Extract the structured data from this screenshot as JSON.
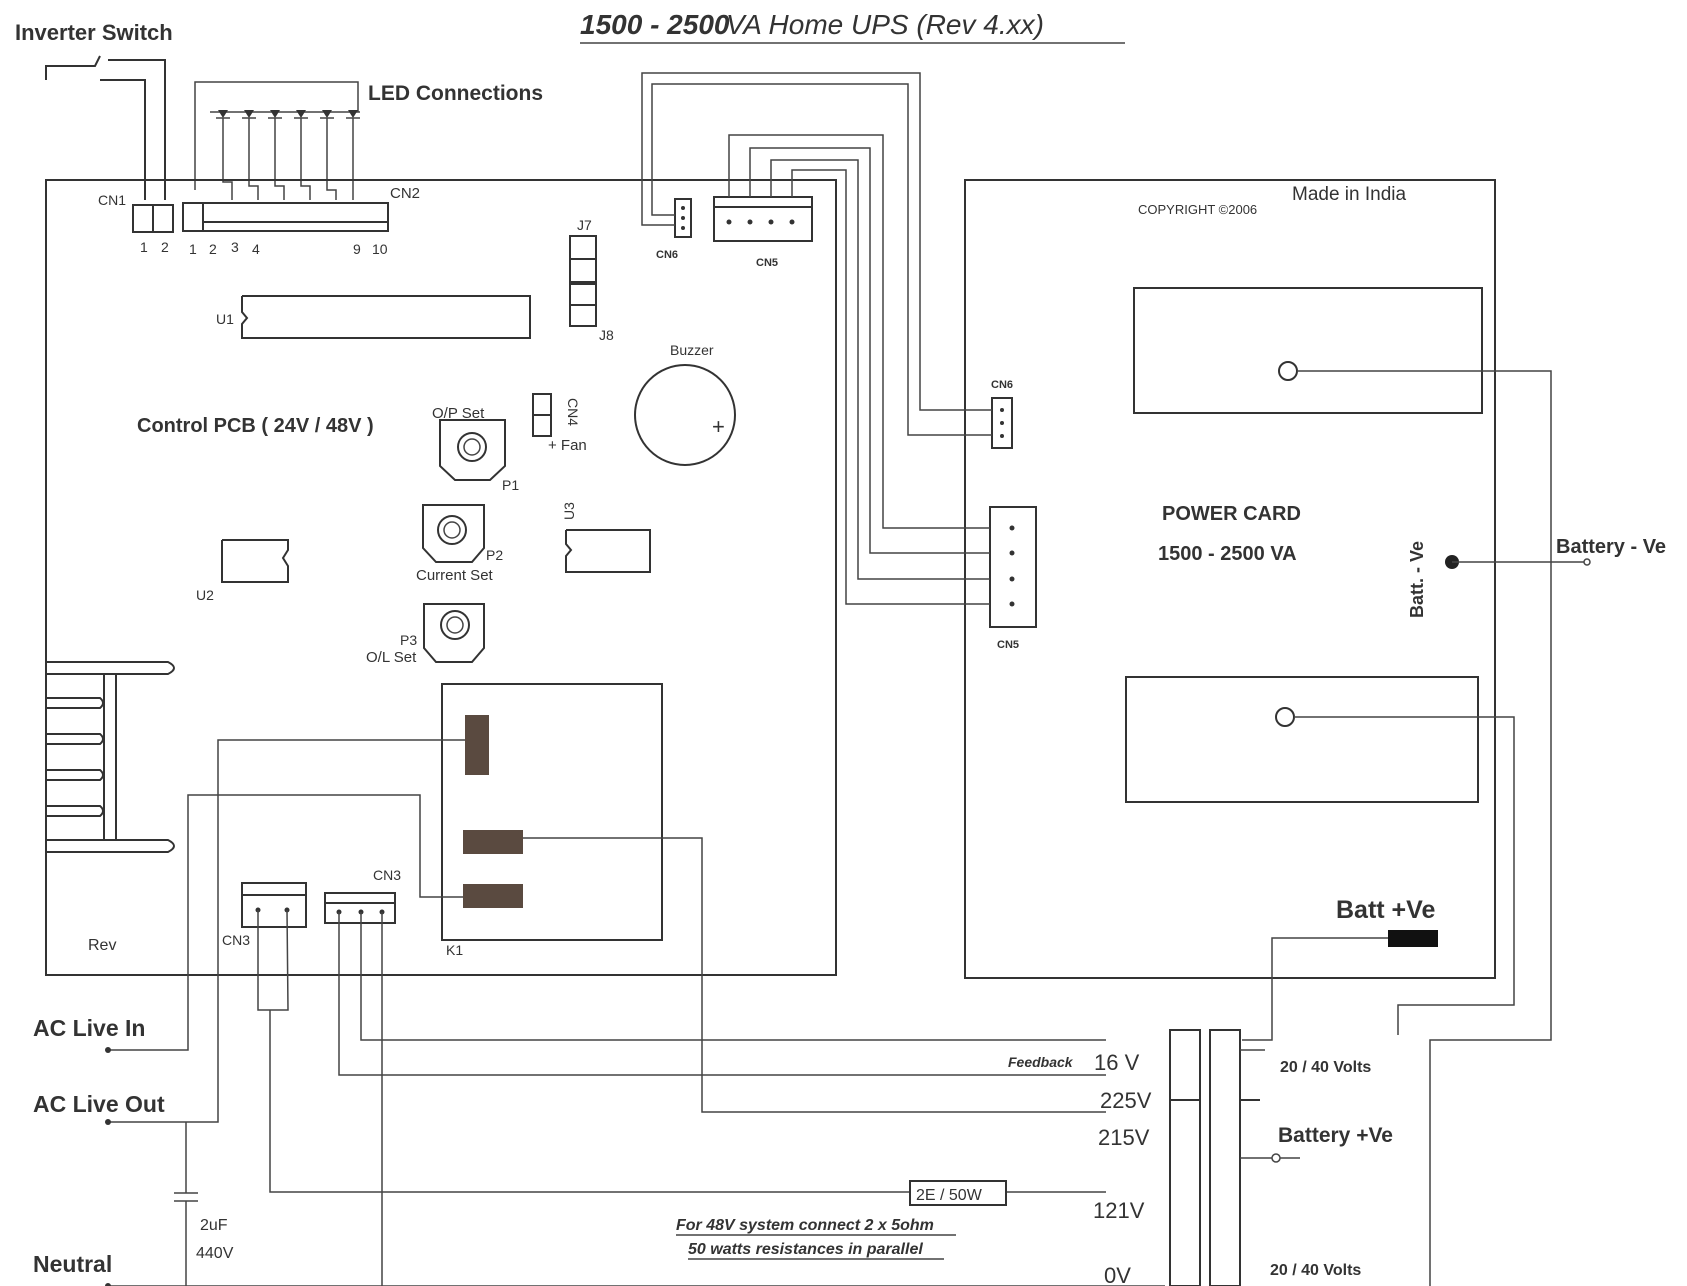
{
  "title": {
    "part1": "1500 - 2500",
    "part2": " VA Home UPS (Rev 4.xx)"
  },
  "labels": {
    "inverter_switch": "Inverter Switch",
    "led_connections": "LED Connections",
    "made_in_india": "Made in India",
    "copyright": "COPYRIGHT ©2006",
    "control_pcb": "Control PCB ( 24V / 48V )",
    "power_card_1": "POWER CARD",
    "power_card_2": "1500 - 2500 VA",
    "batt_minus_vertical": "Batt. - Ve",
    "battery_minus": "Battery - Ve",
    "batt_plus": "Batt +Ve",
    "battery_plus": "Battery +Ve",
    "buzzer": "Buzzer",
    "op_set": "O/P Set",
    "fan": "+ Fan",
    "current_set": "Current Set",
    "ol_set": "O/L Set",
    "rev": "Rev",
    "k1": "K1",
    "ac_live_in": "AC  Live  In",
    "ac_live_out": "AC  Live  Out",
    "neutral": "Neutral",
    "cap_value": "2uF",
    "cap_voltage": "440V",
    "feedback": "Feedback",
    "v16": "16 V",
    "v225": "225V",
    "v215": "215V",
    "v121": "121V",
    "v0": "0V",
    "volts_top": "20 / 40 Volts",
    "volts_bottom": "20 / 40 Volts",
    "resistor": "2E  /  50W",
    "note_1": "For 48V system connect 2  x 5ohm",
    "note_2": "50 watts   resistances  in parallel"
  },
  "components": {
    "cn1": "CN1",
    "cn2": "CN2",
    "cn3_left": "CN3",
    "cn3_right": "CN3",
    "cn4": "CN4",
    "cn5_top": "CN5",
    "cn6_top": "CN6",
    "cn5_power": "CN5",
    "cn6_power": "CN6",
    "j7": "J7",
    "j8": "J8",
    "u1": "U1",
    "u2": "U2",
    "u3": "U3",
    "p1": "P1",
    "p2": "P2",
    "p3": "P3"
  },
  "pins": {
    "cn1_1": "1",
    "cn1_2": "2",
    "cn2_1": "1",
    "cn2_2": "2",
    "cn2_3": "3",
    "cn2_4": "4",
    "cn2_9": "9",
    "cn2_10": "10"
  }
}
